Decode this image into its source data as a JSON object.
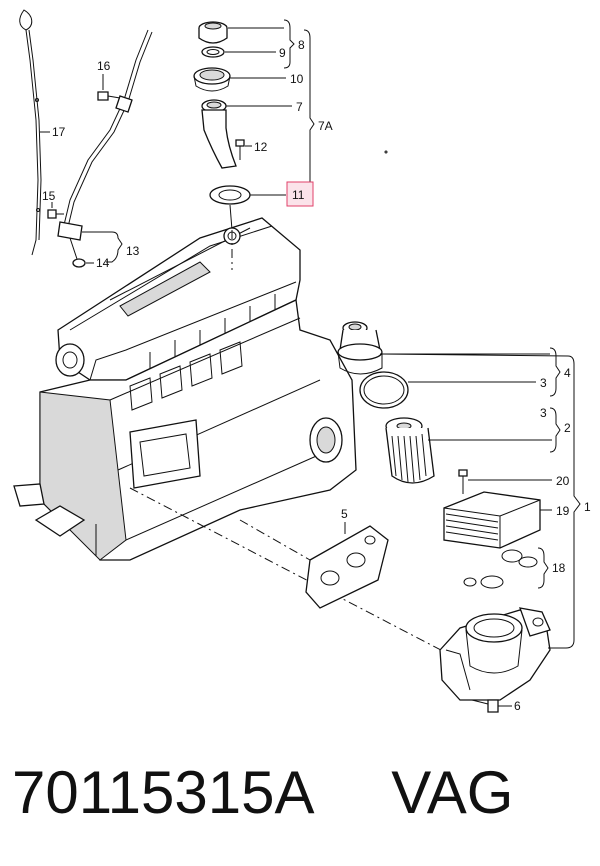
{
  "callouts": {
    "c1": "1",
    "c2": "2",
    "c3a": "3",
    "c3b": "3",
    "c4": "4",
    "c5": "5",
    "c6": "6",
    "c7": "7",
    "c7a": "7A",
    "c8": "8",
    "c9": "9",
    "c10": "10",
    "c11": "11",
    "c12": "12",
    "c13": "13",
    "c14": "14",
    "c15": "15",
    "c16": "16",
    "c17": "17",
    "c18": "18",
    "c19": "19",
    "c20": "20"
  },
  "footer": {
    "part_number": "70115315A",
    "brand": "VAG"
  },
  "colors": {
    "line": "#111111",
    "highlight": "#e0406a",
    "highlight_fill": "#fbe3ea"
  }
}
